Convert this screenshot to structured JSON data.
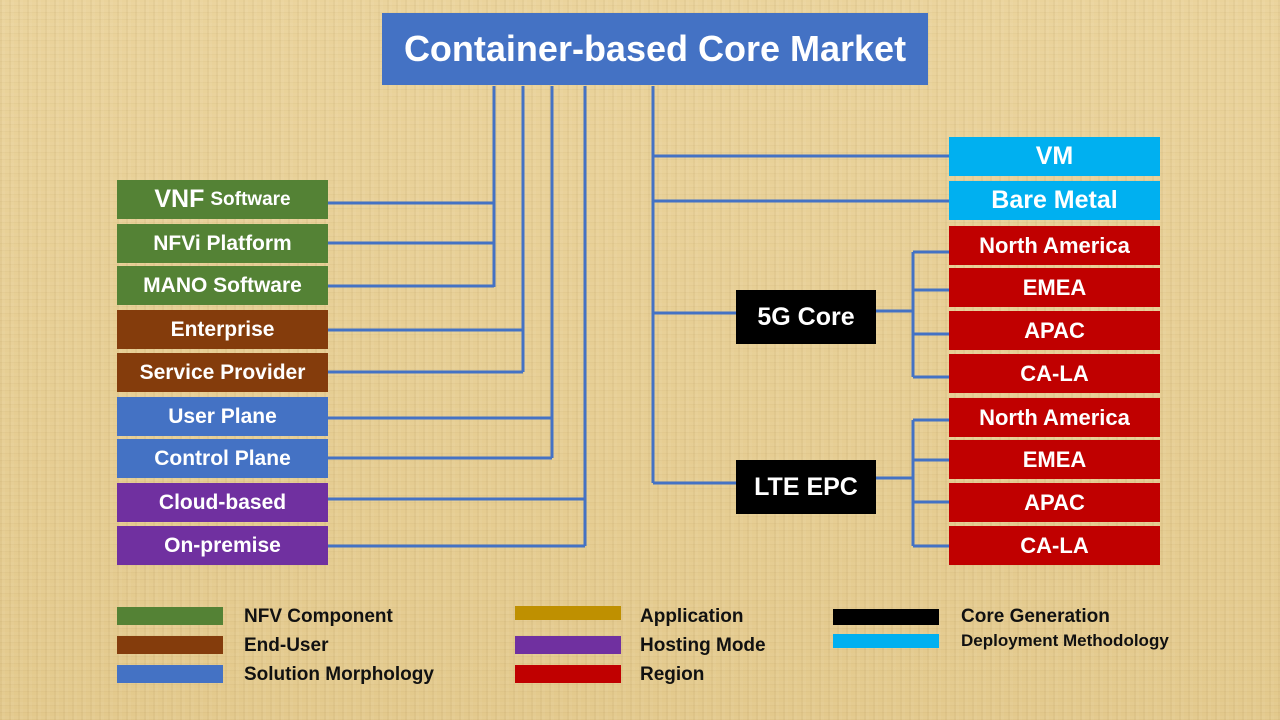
{
  "title": "Container-based Core Market",
  "left_items": {
    "vnf": {
      "main": "VNF",
      "rest": "Software"
    },
    "nfvi": "NFVi Platform",
    "mano": "MANO Software",
    "enterprise": "Enterprise",
    "service_provider": "Service Provider",
    "user_plane": "User Plane",
    "control_plane": "Control Plane",
    "cloud_based": "Cloud-based",
    "on_premise": "On-premise"
  },
  "deployment": {
    "vm": "VM",
    "bare_metal": "Bare Metal"
  },
  "core_5g": {
    "label": "5G Core",
    "regions": [
      "North America",
      "EMEA",
      "APAC",
      "CA-LA"
    ]
  },
  "core_lte": {
    "label": "LTE EPC",
    "regions": [
      "North America",
      "EMEA",
      "APAC",
      "CA-LA"
    ]
  },
  "legend": {
    "nfv_component": "NFV Component",
    "end_user": "End-User",
    "solution_morphology": "Solution Morphology",
    "application": "Application",
    "hosting_mode": "Hosting Mode",
    "region": "Region",
    "core_generation": "Core Generation",
    "deployment_methodology": "Deployment Methodology"
  },
  "colors": {
    "nfv_component": "#548235",
    "end_user": "#843c0c",
    "solution_morphology": "#4472c4",
    "application": "#bf9000",
    "hosting_mode": "#7030a0",
    "region": "#c00000",
    "core_generation": "#000000",
    "deployment_methodology": "#00b0f0",
    "connector": "#4472c4"
  }
}
